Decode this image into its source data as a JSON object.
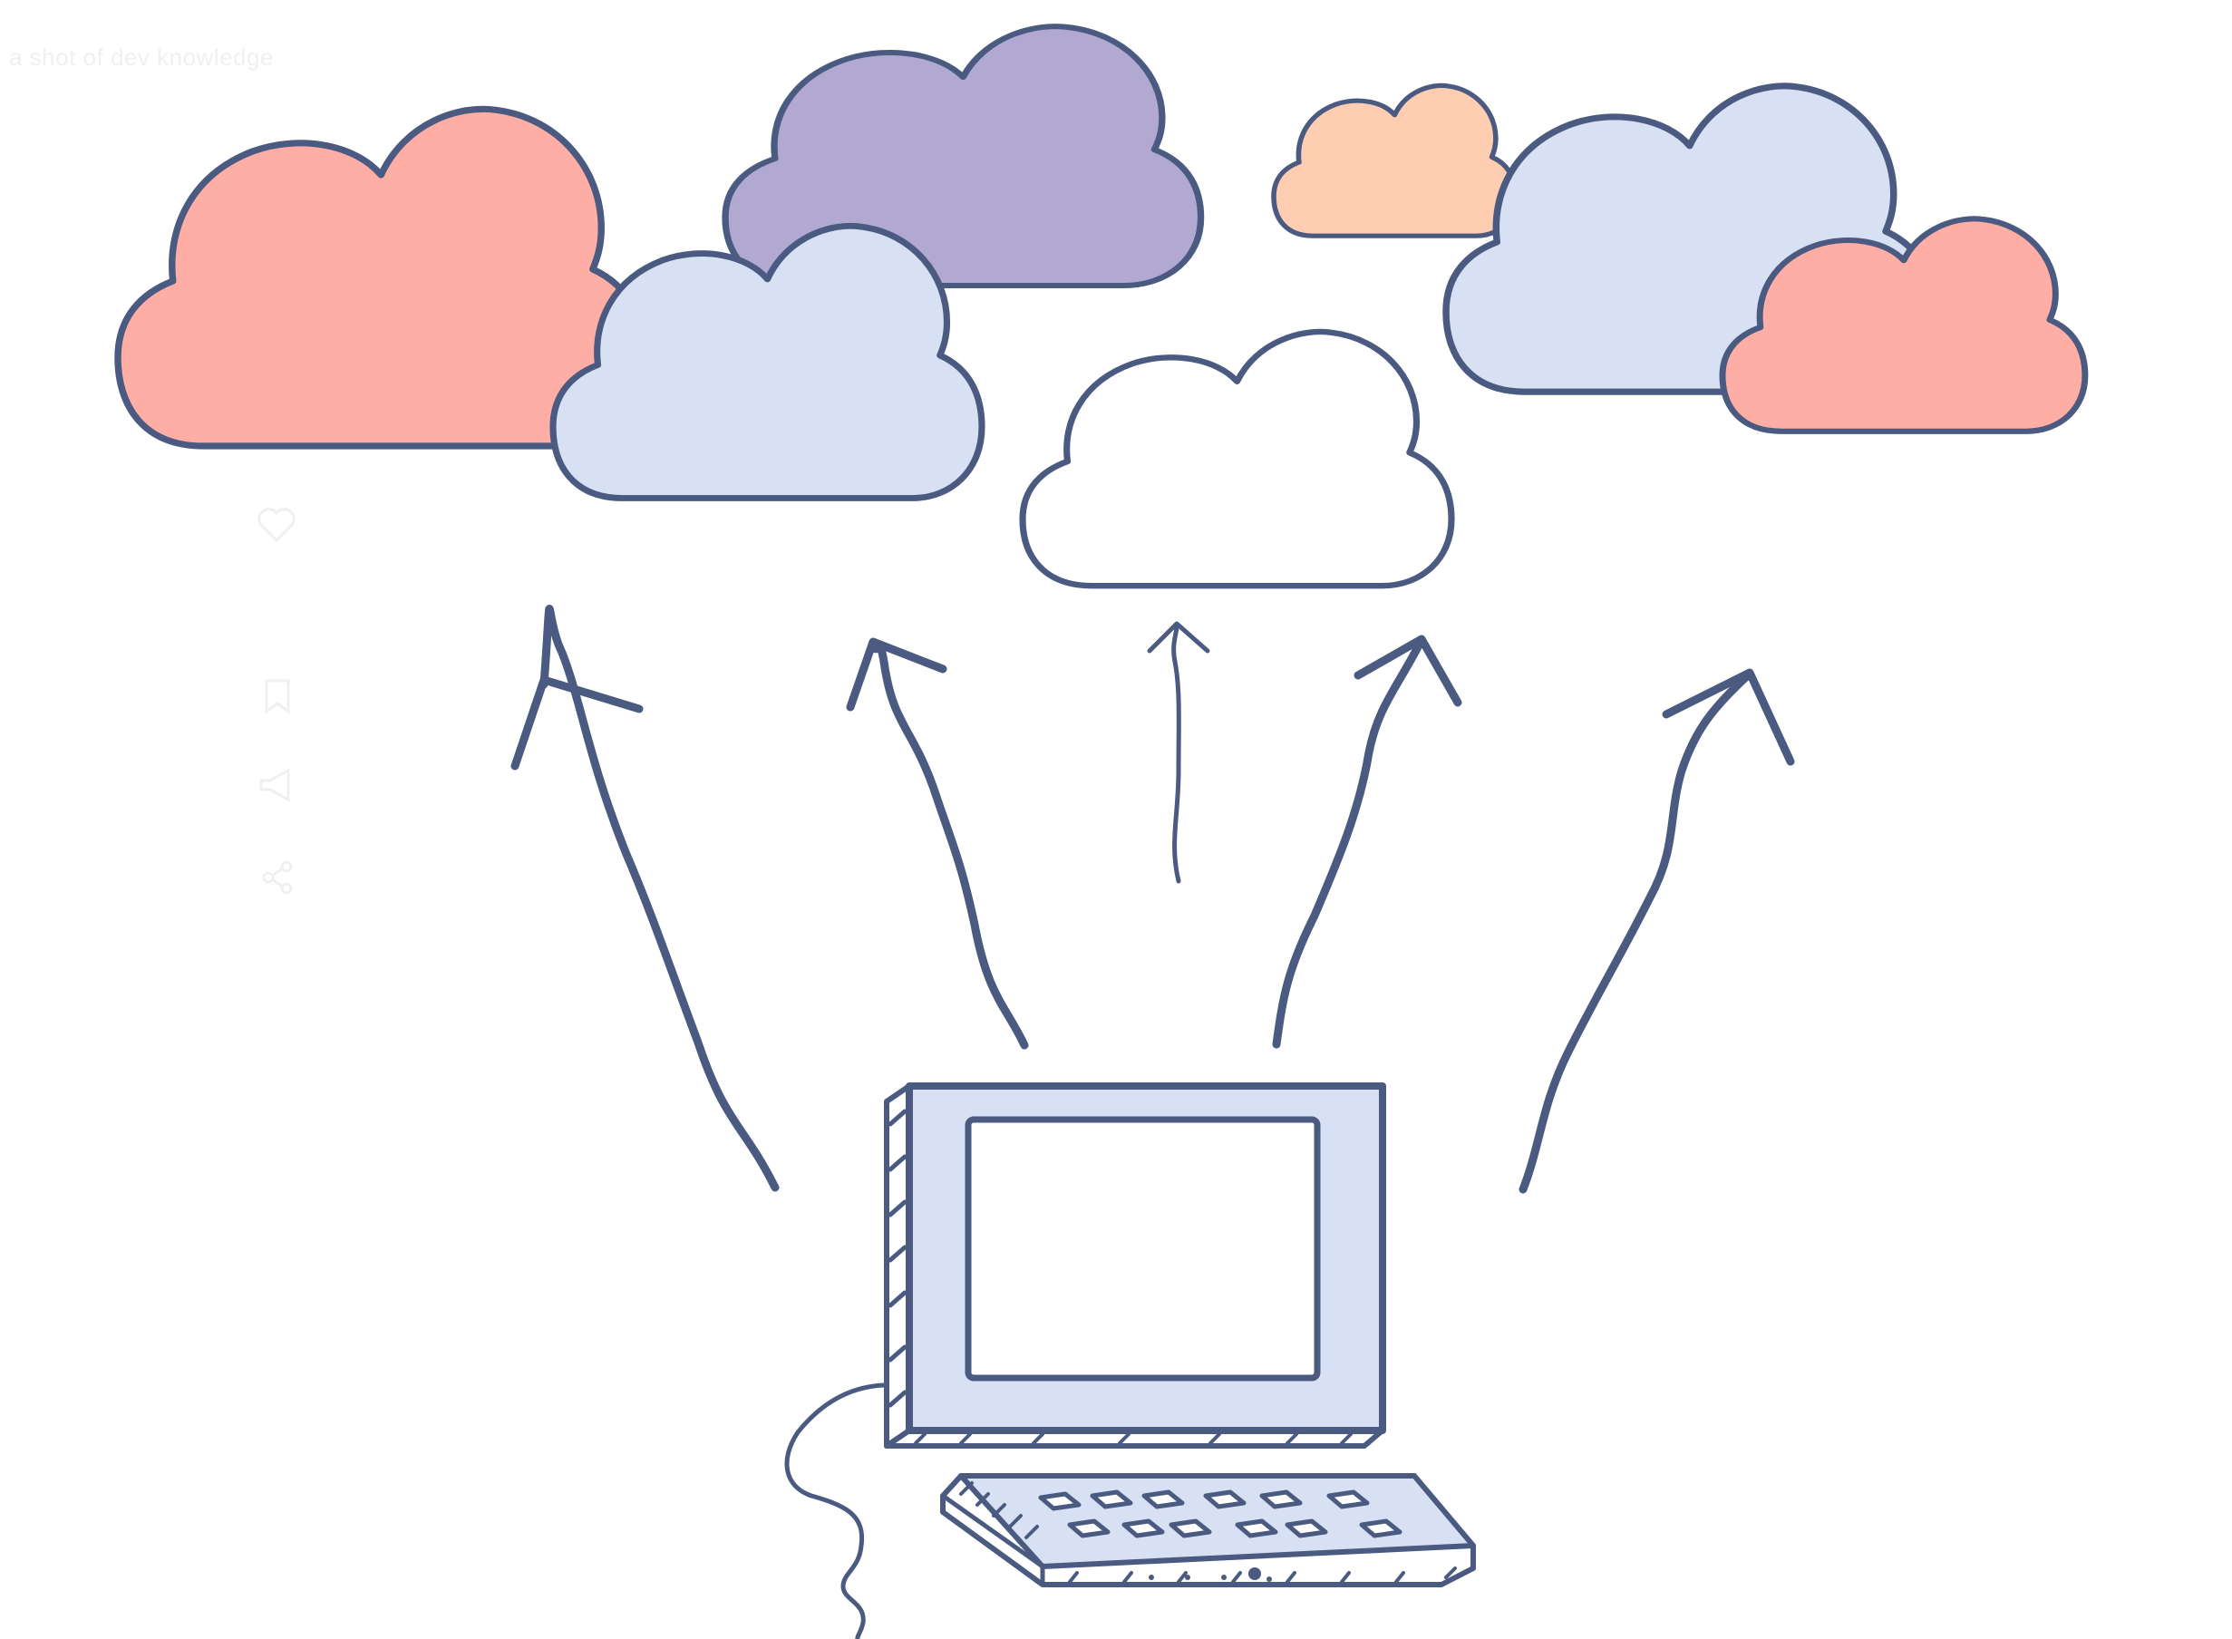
{
  "header": {
    "tagline": "a shot of dev knowledge"
  },
  "colors": {
    "outline": "#4a5a80",
    "cloud_coral": "#ffaea5",
    "cloud_lavender": "#b1a9d2",
    "cloud_light_blue": "#d8e0f3",
    "cloud_peach": "#ffcdb2",
    "cloud_white": "#ffffff",
    "monitor_fill": "#d8e0f3"
  },
  "illustration": {
    "clouds": [
      {
        "name": "cloud-coral-left",
        "color": "cloud_coral"
      },
      {
        "name": "cloud-lavender-top",
        "color": "cloud_lavender"
      },
      {
        "name": "cloud-light-blue-left",
        "color": "cloud_light_blue"
      },
      {
        "name": "cloud-white-center",
        "color": "cloud_white"
      },
      {
        "name": "cloud-peach-small",
        "color": "cloud_peach"
      },
      {
        "name": "cloud-light-blue-right",
        "color": "cloud_light_blue"
      },
      {
        "name": "cloud-coral-right",
        "color": "cloud_coral"
      }
    ],
    "arrows": [
      "arrow-far-left",
      "arrow-left",
      "arrow-center",
      "arrow-right",
      "arrow-far-right"
    ],
    "devices": [
      "computer-monitor",
      "keyboard",
      "mouse-cable"
    ]
  },
  "sidebar_ghost_icons": [
    "heart-icon",
    "bookmark-icon",
    "megaphone-icon",
    "share-icon"
  ]
}
